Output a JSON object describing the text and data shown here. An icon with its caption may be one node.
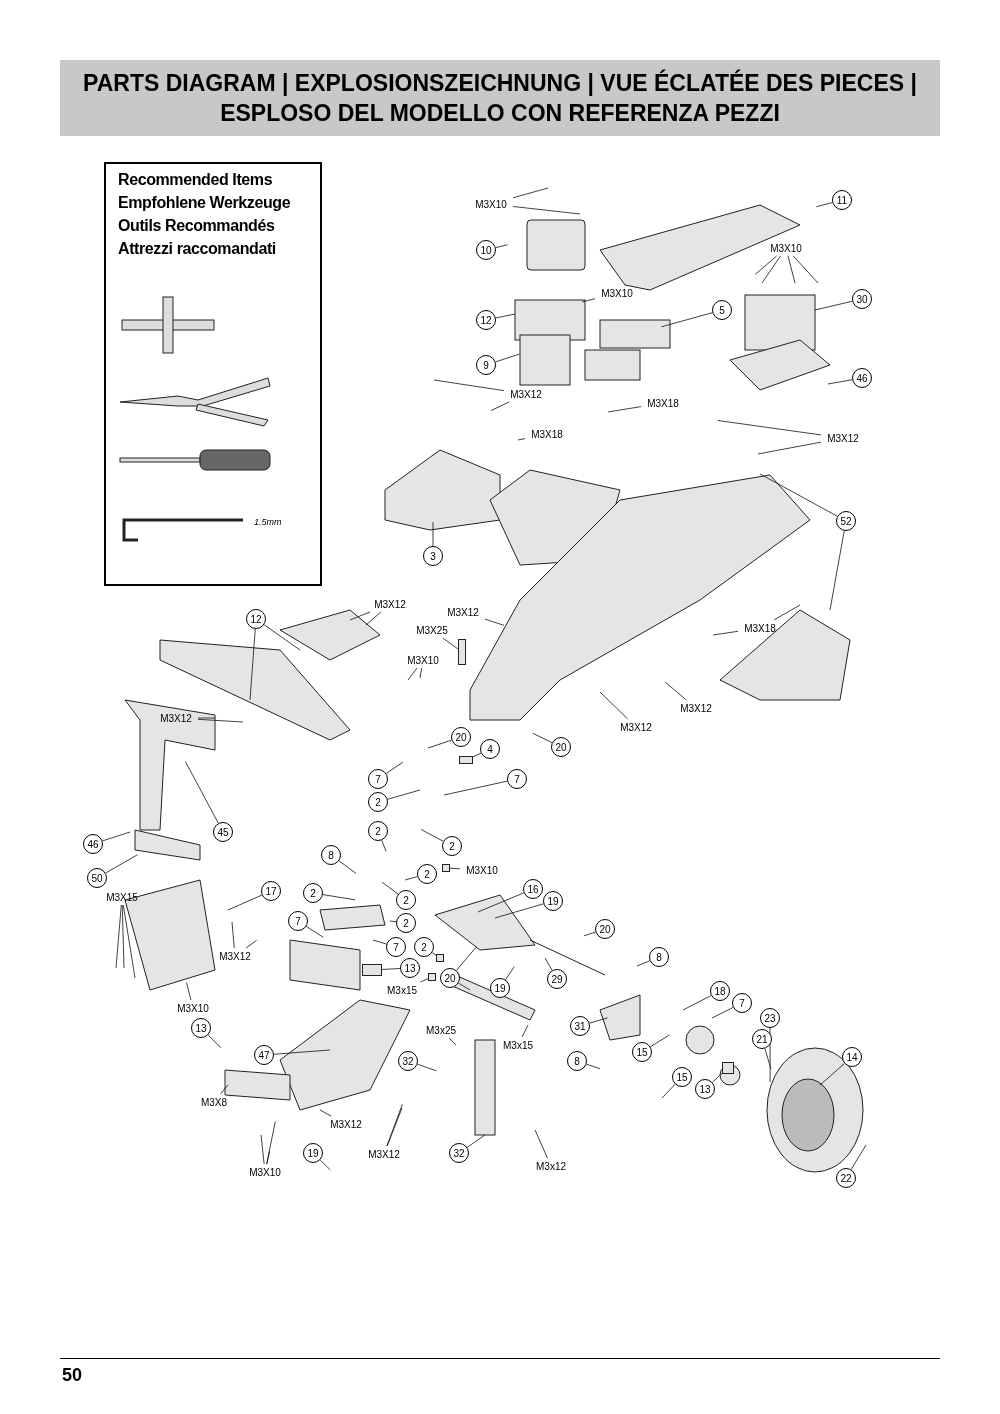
{
  "diagram": {
    "title": "PARTS DIAGRAM | EXPLOSIONSZEICHNUNG | VUE ÉCLATÉE DES PIECES | ESPLOSO DEL MODELLO CON REFERENZA PEZZI",
    "nodes": [
      {
        "text": [
          "Recommended Items",
          "Empfohlene Werkzeuge",
          "Outils Recommandés",
          "Attrezzi raccomandati"
        ]
      },
      {
        "text": [
          "M3X10"
        ]
      },
      {
        "text": [
          "11"
        ]
      },
      {
        "text": [
          "10"
        ]
      },
      {
        "text": [
          "M3X10"
        ]
      },
      {
        "text": [
          "M3X10"
        ]
      },
      {
        "text": [
          "30"
        ]
      },
      {
        "text": [
          "5"
        ]
      },
      {
        "text": [
          "12"
        ]
      },
      {
        "text": [
          "9"
        ]
      },
      {
        "text": [
          "46"
        ]
      },
      {
        "text": [
          "M3X12"
        ]
      },
      {
        "text": [
          "M3X18"
        ]
      },
      {
        "text": [
          "M3X18"
        ]
      },
      {
        "text": [
          "M3X12"
        ]
      },
      {
        "text": [
          "52"
        ]
      },
      {
        "text": [
          "3"
        ]
      },
      {
        "text": [
          "M3X12"
        ]
      },
      {
        "text": [
          "M3X12"
        ]
      },
      {
        "text": [
          "12"
        ]
      },
      {
        "text": [
          "M3X18"
        ]
      },
      {
        "text": [
          "M3X25"
        ]
      },
      {
        "text": [
          "M3X10"
        ]
      },
      {
        "text": [
          "M3X12"
        ]
      },
      {
        "text": [
          "M3X12"
        ]
      },
      {
        "text": [
          "M3X12"
        ]
      },
      {
        "text": [
          "20"
        ]
      },
      {
        "text": [
          "20"
        ]
      },
      {
        "text": [
          "4"
        ]
      },
      {
        "text": [
          "7"
        ]
      },
      {
        "text": [
          "7"
        ]
      },
      {
        "text": [
          "2"
        ]
      },
      {
        "text": [
          "45"
        ]
      },
      {
        "text": [
          "2"
        ]
      },
      {
        "text": [
          "46"
        ]
      },
      {
        "text": [
          "2"
        ]
      },
      {
        "text": [
          "8"
        ]
      },
      {
        "text": [
          "M3X10"
        ]
      },
      {
        "text": [
          "2"
        ]
      },
      {
        "text": [
          "50"
        ]
      },
      {
        "text": [
          "16"
        ]
      },
      {
        "text": [
          "17"
        ]
      },
      {
        "text": [
          "2"
        ]
      },
      {
        "text": [
          "M3X15"
        ]
      },
      {
        "text": [
          "19"
        ]
      },
      {
        "text": [
          "2"
        ]
      },
      {
        "text": [
          "7"
        ]
      },
      {
        "text": [
          "2"
        ]
      },
      {
        "text": [
          "20"
        ]
      },
      {
        "text": [
          "7"
        ]
      },
      {
        "text": [
          "2"
        ]
      },
      {
        "text": [
          "M3X12"
        ]
      },
      {
        "text": [
          "8"
        ]
      },
      {
        "text": [
          "13"
        ]
      },
      {
        "text": [
          "20"
        ]
      },
      {
        "text": [
          "29"
        ]
      },
      {
        "text": [
          "M3x15"
        ]
      },
      {
        "text": [
          "19"
        ]
      },
      {
        "text": [
          "18"
        ]
      },
      {
        "text": [
          "7"
        ]
      },
      {
        "text": [
          "M3X10"
        ]
      },
      {
        "text": [
          "23"
        ]
      },
      {
        "text": [
          "31"
        ]
      },
      {
        "text": [
          "13"
        ]
      },
      {
        "text": [
          "M3x25"
        ]
      },
      {
        "text": [
          "21"
        ]
      },
      {
        "text": [
          "M3x15"
        ]
      },
      {
        "text": [
          "15"
        ]
      },
      {
        "text": [
          "47"
        ]
      },
      {
        "text": [
          "14"
        ]
      },
      {
        "text": [
          "32"
        ]
      },
      {
        "text": [
          "8"
        ]
      },
      {
        "text": [
          "15"
        ]
      },
      {
        "text": [
          "13"
        ]
      },
      {
        "text": [
          "M3X8"
        ]
      },
      {
        "text": [
          "M3X12"
        ]
      },
      {
        "text": [
          "M3X12"
        ]
      },
      {
        "text": [
          "19"
        ]
      },
      {
        "text": [
          "32"
        ]
      },
      {
        "text": [
          "M3x12"
        ]
      },
      {
        "text": [
          "M3X10"
        ]
      },
      {
        "text": [
          "22"
        ]
      },
      {
        "text": [],
        "shape": "box"
      },
      {
        "text": [],
        "shape": "box"
      },
      {
        "text": [],
        "shape": "box"
      },
      {
        "text": [],
        "shape": "box"
      },
      {
        "text": [],
        "shape": "box"
      },
      {
        "text": [],
        "shape": "box"
      },
      {
        "text": [],
        "shape": "box"
      }
    ],
    "edges": [
      {
        "from": 1,
        "to": null,
        "arrow": "none"
      },
      {
        "from": 1,
        "to": null,
        "arrow": "none"
      },
      {
        "from": 2,
        "to": null,
        "arrow": "none"
      },
      {
        "from": 3,
        "to": null,
        "arrow": "none"
      },
      {
        "from": 4,
        "to": null,
        "arrow": "none"
      },
      {
        "from": 4,
        "to": null,
        "arrow": "none"
      },
      {
        "from": 4,
        "to": null,
        "arrow": "none"
      },
      {
        "from": 4,
        "to": null,
        "arrow": "none"
      },
      {
        "from": 5,
        "to": null,
        "arrow": "none"
      },
      {
        "from": 6,
        "to": null,
        "arrow": "none"
      },
      {
        "from": 7,
        "to": null,
        "arrow": "none"
      },
      {
        "from": 8,
        "to": null,
        "arrow": "none"
      },
      {
        "from": 9,
        "to": null,
        "arrow": "none"
      },
      {
        "from": 10,
        "to": null,
        "arrow": "none"
      },
      {
        "from": 11,
        "to": null,
        "arrow": "none"
      },
      {
        "from": 11,
        "to": null,
        "arrow": "none"
      },
      {
        "from": 12,
        "to": null,
        "arrow": "none"
      },
      {
        "from": 13,
        "to": null,
        "arrow": "none"
      },
      {
        "from": 14,
        "to": null,
        "arrow": "none"
      },
      {
        "from": 14,
        "to": null,
        "arrow": "none"
      },
      {
        "from": 15,
        "to": null,
        "arrow": "none"
      },
      {
        "from": 15,
        "to": null,
        "arrow": "none"
      },
      {
        "from": 16,
        "to": null,
        "arrow": "none"
      },
      {
        "from": 17,
        "to": null,
        "arrow": "none"
      },
      {
        "from": 17,
        "to": null,
        "arrow": "none"
      },
      {
        "from": 18,
        "to": null,
        "arrow": "none"
      },
      {
        "from": 19,
        "to": null,
        "arrow": "none"
      },
      {
        "from": 19,
        "to": null,
        "arrow": "none"
      },
      {
        "from": 20,
        "to": null,
        "arrow": "none"
      },
      {
        "from": 20,
        "to": null,
        "arrow": "none"
      },
      {
        "from": 21,
        "to": 82,
        "arrow": "none"
      },
      {
        "from": 22,
        "to": null,
        "arrow": "none"
      },
      {
        "from": 22,
        "to": null,
        "arrow": "none"
      },
      {
        "from": 23,
        "to": null,
        "arrow": "none"
      },
      {
        "from": 24,
        "to": null,
        "arrow": "none"
      },
      {
        "from": 24,
        "to": null,
        "arrow": "none"
      },
      {
        "from": 25,
        "to": null,
        "arrow": "none"
      },
      {
        "from": 26,
        "to": null,
        "arrow": "none"
      },
      {
        "from": 27,
        "to": null,
        "arrow": "none"
      },
      {
        "from": 28,
        "to": 83,
        "arrow": "none"
      },
      {
        "from": 29,
        "to": null,
        "arrow": "none"
      },
      {
        "from": 30,
        "to": null,
        "arrow": "none"
      },
      {
        "from": 31,
        "to": null,
        "arrow": "none"
      },
      {
        "from": 32,
        "to": null,
        "arrow": "none"
      },
      {
        "from": 33,
        "to": null,
        "arrow": "none"
      },
      {
        "from": 34,
        "to": null,
        "arrow": "none"
      },
      {
        "from": 35,
        "to": null,
        "arrow": "none"
      },
      {
        "from": 36,
        "to": null,
        "arrow": "none"
      },
      {
        "from": 37,
        "to": 88,
        "arrow": "none"
      },
      {
        "from": 38,
        "to": null,
        "arrow": "none"
      },
      {
        "from": 39,
        "to": null,
        "arrow": "none"
      },
      {
        "from": 40,
        "to": null,
        "arrow": "none"
      },
      {
        "from": 41,
        "to": null,
        "arrow": "none"
      },
      {
        "from": 42,
        "to": null,
        "arrow": "none"
      },
      {
        "from": 43,
        "to": null,
        "arrow": "none"
      },
      {
        "from": 43,
        "to": null,
        "arrow": "none"
      },
      {
        "from": 43,
        "to": null,
        "arrow": "none"
      },
      {
        "from": 44,
        "to": null,
        "arrow": "none"
      },
      {
        "from": 45,
        "to": null,
        "arrow": "none"
      },
      {
        "from": 46,
        "to": null,
        "arrow": "none"
      },
      {
        "from": 47,
        "to": null,
        "arrow": "none"
      },
      {
        "from": 48,
        "to": null,
        "arrow": "none"
      },
      {
        "from": 49,
        "to": null,
        "arrow": "none"
      },
      {
        "from": 50,
        "to": 87,
        "arrow": "none"
      },
      {
        "from": 51,
        "to": null,
        "arrow": "none"
      },
      {
        "from": 51,
        "to": null,
        "arrow": "none"
      },
      {
        "from": 52,
        "to": null,
        "arrow": "none"
      },
      {
        "from": 53,
        "to": 84,
        "arrow": "none"
      },
      {
        "from": 54,
        "to": null,
        "arrow": "none"
      },
      {
        "from": 54,
        "to": null,
        "arrow": "none"
      },
      {
        "from": 55,
        "to": null,
        "arrow": "none"
      },
      {
        "from": 56,
        "to": 85,
        "arrow": "none"
      },
      {
        "from": 57,
        "to": null,
        "arrow": "none"
      },
      {
        "from": 58,
        "to": null,
        "arrow": "none"
      },
      {
        "from": 59,
        "to": null,
        "arrow": "none"
      },
      {
        "from": 60,
        "to": null,
        "arrow": "none"
      },
      {
        "from": 61,
        "to": null,
        "arrow": "none"
      },
      {
        "from": 62,
        "to": null,
        "arrow": "none"
      },
      {
        "from": 63,
        "to": null,
        "arrow": "none"
      },
      {
        "from": 64,
        "to": null,
        "arrow": "none"
      },
      {
        "from": 65,
        "to": null,
        "arrow": "none"
      },
      {
        "from": 66,
        "to": null,
        "arrow": "none"
      },
      {
        "from": 67,
        "to": null,
        "arrow": "none"
      },
      {
        "from": 68,
        "to": null,
        "arrow": "none"
      },
      {
        "from": 69,
        "to": null,
        "arrow": "none"
      },
      {
        "from": 70,
        "to": null,
        "arrow": "none"
      },
      {
        "from": 71,
        "to": null,
        "arrow": "none"
      },
      {
        "from": 72,
        "to": null,
        "arrow": "none"
      },
      {
        "from": 73,
        "to": 86,
        "arrow": "none"
      },
      {
        "from": 74,
        "to": null,
        "arrow": "none"
      },
      {
        "from": 75,
        "to": null,
        "arrow": "none"
      },
      {
        "from": 76,
        "to": null,
        "arrow": "none"
      },
      {
        "from": 76,
        "to": null,
        "arrow": "none"
      },
      {
        "from": 77,
        "to": null,
        "arrow": "none"
      },
      {
        "from": 78,
        "to": null,
        "arrow": "none"
      },
      {
        "from": 79,
        "to": null,
        "arrow": "none"
      },
      {
        "from": 80,
        "to": null,
        "arrow": "none"
      },
      {
        "from": 80,
        "to": null,
        "arrow": "none"
      },
      {
        "from": 80,
        "to": null,
        "arrow": "none"
      },
      {
        "from": 81,
        "to": null,
        "arrow": "none"
      }
    ],
    "labels": [
      "1.5mm",
      "50"
    ]
  }
}
